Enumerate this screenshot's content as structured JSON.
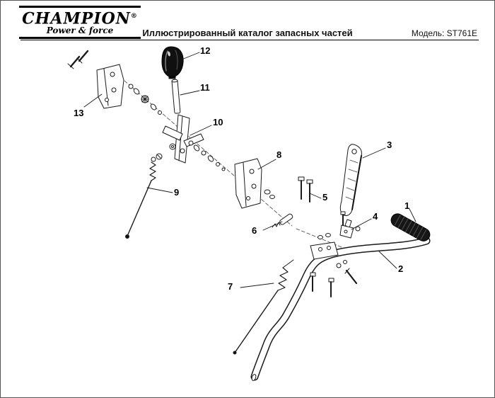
{
  "header": {
    "logo": {
      "name": "CHAMPION",
      "reg": "®",
      "tagline": "Power & force"
    },
    "title": "Иллюстрированный каталог запасных частей",
    "model": "Модель: ST761E"
  },
  "diagram": {
    "description": "Exploded view of handlebar, shift lever and control cable assembly",
    "callouts": [
      "1",
      "2",
      "3",
      "4",
      "5",
      "6",
      "7",
      "8",
      "9",
      "10",
      "11",
      "12",
      "13"
    ]
  }
}
